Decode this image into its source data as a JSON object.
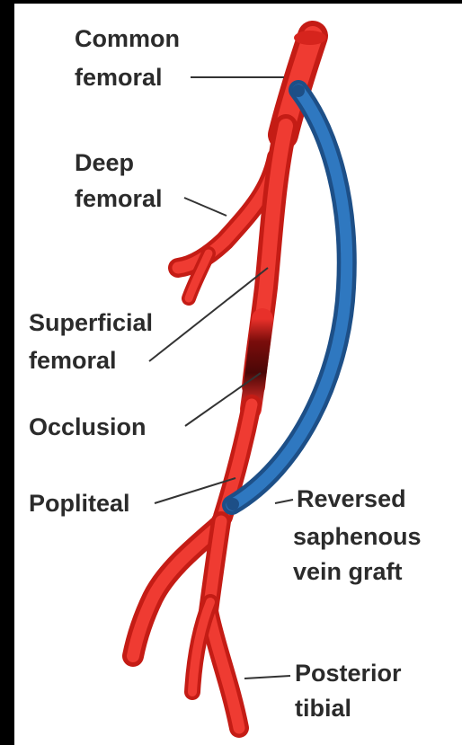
{
  "colors": {
    "artery": "#e8302a",
    "artery_dark": "#b81712",
    "occlusion": "#5a0a0a",
    "vein_graft": "#2f78c0",
    "vein_graft_dark": "#1d4f87",
    "label_text": "#2b2b2b",
    "background": "#ffffff",
    "border": "#000000"
  },
  "labels": {
    "common_femoral": [
      "Common",
      "femoral"
    ],
    "deep_femoral": [
      "Deep",
      "femoral"
    ],
    "superficial_femoral": [
      "Superficial",
      "femoral"
    ],
    "occlusion": [
      "Occlusion"
    ],
    "popliteal": [
      "Popliteal"
    ],
    "reversed_saphenous_vein_graft": [
      "Reversed",
      "saphenous",
      "vein graft"
    ],
    "posterior_tibial": [
      "Posterior",
      "tibial"
    ]
  }
}
